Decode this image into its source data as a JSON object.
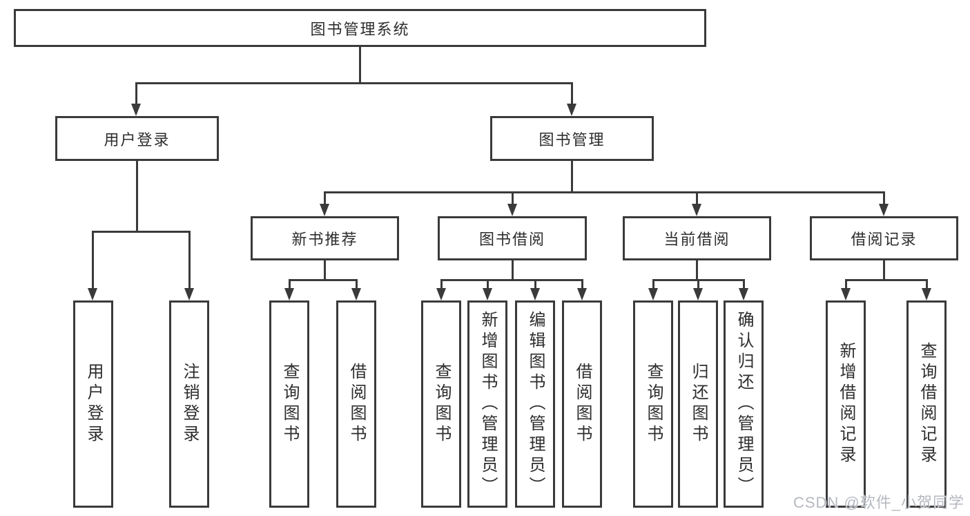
{
  "diagram": {
    "root": {
      "label": "图书管理系统"
    },
    "branches": [
      {
        "label": "用户登录",
        "children": [
          {
            "label": "用户登录"
          },
          {
            "label": "注销登录"
          }
        ]
      },
      {
        "label": "图书管理",
        "sections": [
          {
            "label": "新书推荐",
            "children": [
              {
                "label": "查询图书"
              },
              {
                "label": "借阅图书"
              }
            ]
          },
          {
            "label": "图书借阅",
            "children": [
              {
                "label": "查询图书"
              },
              {
                "label": "新增图书（管理员）"
              },
              {
                "label": "编辑图书（管理员）"
              },
              {
                "label": "借阅图书"
              }
            ]
          },
          {
            "label": "当前借阅",
            "children": [
              {
                "label": "查询图书"
              },
              {
                "label": "归还图书"
              },
              {
                "label": "确认归还（管理员）"
              }
            ]
          },
          {
            "label": "借阅记录",
            "children": [
              {
                "label": "新增借阅记录"
              },
              {
                "label": "查询借阅记录"
              }
            ]
          }
        ]
      }
    ]
  },
  "watermark": {
    "text": "CSDN @软件_小贺同学"
  },
  "colors": {
    "line": "#3a3a3a",
    "text": "#2d2d2d",
    "watermark": "#b5b9c0",
    "background": "#ffffff"
  }
}
